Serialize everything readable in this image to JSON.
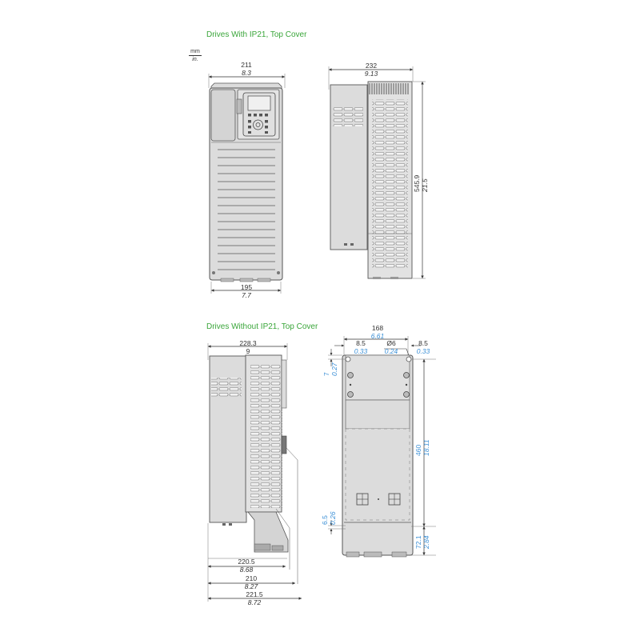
{
  "units": {
    "primary": "mm",
    "secondary": "in."
  },
  "section_top": {
    "title": "Drives With IP21, Top Cover",
    "front_view": {
      "width_top": {
        "mm": "211",
        "in": "8.3"
      },
      "width_bottom": {
        "mm": "195",
        "in": "7.7"
      }
    },
    "side_view": {
      "depth": {
        "mm": "232",
        "in": "9.13"
      },
      "height": {
        "mm": "545.9",
        "in": "21.5"
      }
    }
  },
  "section_bottom": {
    "title": "Drives Without IP21, Top Cover",
    "side_view": {
      "depth_top": {
        "mm": "228.3",
        "in": "9"
      },
      "depth_1": {
        "mm": "220.5",
        "in": "8.68"
      },
      "depth_2": {
        "mm": "210",
        "in": "8.27"
      },
      "depth_3": {
        "mm": "221.5",
        "in": "8.72"
      }
    },
    "rear_view": {
      "hole_spacing": {
        "mm": "168",
        "in": "6.61"
      },
      "left_offset": {
        "mm": "8.5",
        "in": "0.33"
      },
      "hole_diameter": {
        "mm": "Ø6",
        "in": "0.24"
      },
      "right_offset": {
        "mm": "8.5",
        "in": "0.33"
      },
      "top_offset": {
        "mm": "7",
        "in": "0.27"
      },
      "hole_height": {
        "mm": "460",
        "in": "18.11"
      },
      "lower_offset": {
        "mm": "6.5",
        "in": "0.26"
      },
      "bottom_height": {
        "mm": "72.1",
        "in": "2.84"
      }
    }
  },
  "colors": {
    "title": "#3aa63a",
    "dimension_blue": "#3a8fd6",
    "body_fill": "#dcdcdc",
    "outline": "#555555"
  }
}
